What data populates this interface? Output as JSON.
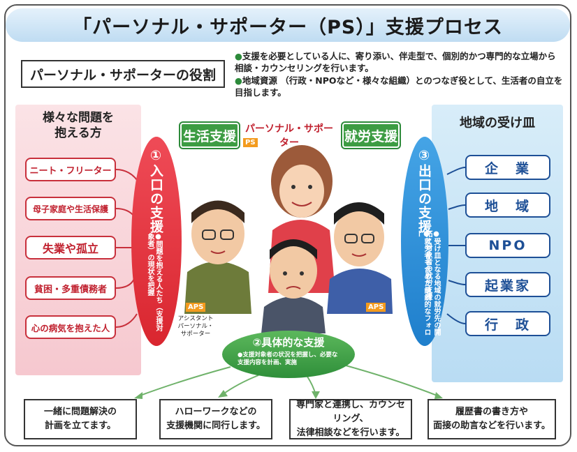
{
  "title": "「パーソナル・サポーター（PS）」支援プロセス",
  "role": {
    "heading": "パーソナル・サポーターの役割",
    "bullets": [
      "支援を必要としている人に、寄り添い、伴走型で、個別的かつ専門的な立場から相談・カウンセリングを行います。",
      "地域資源 （行政・NPOなど・様々な組織）とのつなぎ役として、生活者の自立を目指します。"
    ],
    "bullet_mark": "●"
  },
  "left": {
    "heading": "様々な問題を\n抱える方",
    "items": [
      "ニート・フリーター",
      "母子家庭や生活保護",
      "失業や孤立",
      "貧困・多重債務者",
      "心の病気を抱えた人"
    ]
  },
  "right": {
    "heading": "地域の受け皿",
    "items": [
      "企　業",
      "地　域",
      "NPO",
      "起業家",
      "行　政"
    ]
  },
  "entrance": {
    "title": "①入口の支援",
    "body": "●問題を抱える人たち（支援対象者）の現状を把握"
  },
  "exit": {
    "title": "③出口の支援",
    "bullets": [
      "●受け皿となる地域の就労先の開拓と対象者の就労支援",
      "●就労者も含めた継続的なフォロー"
    ]
  },
  "badges": {
    "life_support": "生活支援",
    "work_support": "就労支援"
  },
  "ps_label": "パーソナル・サポーター",
  "ps_tag": "PS",
  "aps_tag": "APS",
  "aps_caption": "アシスタント\nパーソナル・\nサポーター",
  "concrete": {
    "title": "②具体的な支援",
    "body": "●支援対象者の状況を把握し、必要な支援内容を計画、実施"
  },
  "bottom": [
    "一緒に問題解決の\n計画を立てます。",
    "ハローワークなどの\n支援機関に同行します。",
    "専門家と連携し、カウンセリング、\n法律相談などを行います。",
    "履歴書の書き方や\n面接の助言などを行います。"
  ],
  "colors": {
    "title_bar": "#bfdcf2",
    "left_panel": "#f6c8cf",
    "right_panel": "#b9dcf3",
    "red": "#d9262f",
    "blue": "#1f7fcc",
    "green": "#2f8f3a",
    "navy": "#1d4f96",
    "orange": "#f39b1e"
  },
  "illustration": "four cartoon people: central woman (PS), two men with glasses (APS), troubled young man"
}
